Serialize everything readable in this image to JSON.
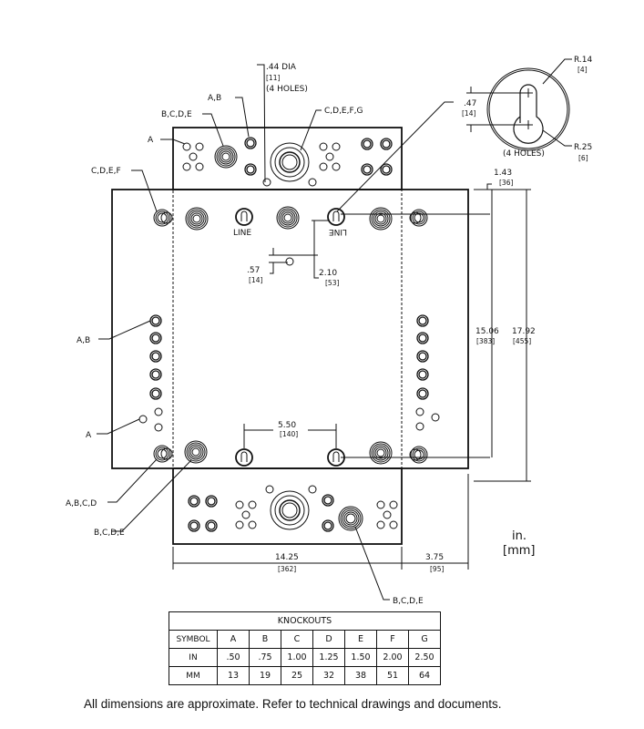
{
  "colors": {
    "panel_fill": "#e6e6e6",
    "line": "#111111"
  },
  "callouts": {
    "hole_dia": ".44 DIA",
    "hole_dia_mm": "[11]",
    "hole_count": "(4 HOLES)",
    "top_ab": "A,B",
    "top_bcde": "B,C,D,E",
    "top_a": "A",
    "top_cdefg": "C,D,E,F,G",
    "left_cdef": "C,D,E,F",
    "left_ab": "A,B",
    "left_a": "A",
    "left_abcd": "A,B,C,D",
    "left_bcde": "B,C,D,E",
    "bottom_bcde": "B,C,D,E",
    "line_left": "LINE",
    "line_right": "LINE"
  },
  "detail": {
    "r14": "R.14",
    "r14_mm": "[4]",
    "r25": "R.25",
    "r25_mm": "[6]",
    "spacing": ".47",
    "spacing_mm": "[14]",
    "holes": "(4 HOLES)"
  },
  "dimensions": {
    "d143": "1.43",
    "d143_mm": "[36]",
    "d1506": "15.06",
    "d1506_mm": "[383]",
    "d1792": "17.92",
    "d1792_mm": "[455]",
    "d057": ".57",
    "d057_mm": "[14]",
    "d210": "2.10",
    "d210_mm": "[53]",
    "d550": "5.50",
    "d550_mm": "[140]",
    "d1425": "14.25",
    "d1425_mm": "[362]",
    "d375": "3.75",
    "d375_mm": "[95]",
    "units_in": "in.",
    "units_mm": "[mm]"
  },
  "knockouts_table": {
    "title": "KNOCKOUTS",
    "headers": [
      "SYMBOL",
      "A",
      "B",
      "C",
      "D",
      "E",
      "F",
      "G"
    ],
    "rows": [
      [
        "IN",
        ".50",
        ".75",
        "1.00",
        "1.25",
        "1.50",
        "2.00",
        "2.50"
      ],
      [
        "MM",
        "13",
        "19",
        "25",
        "32",
        "38",
        "51",
        "64"
      ]
    ]
  },
  "footer": "All dimensions are approximate.  Refer to technical drawings and documents."
}
